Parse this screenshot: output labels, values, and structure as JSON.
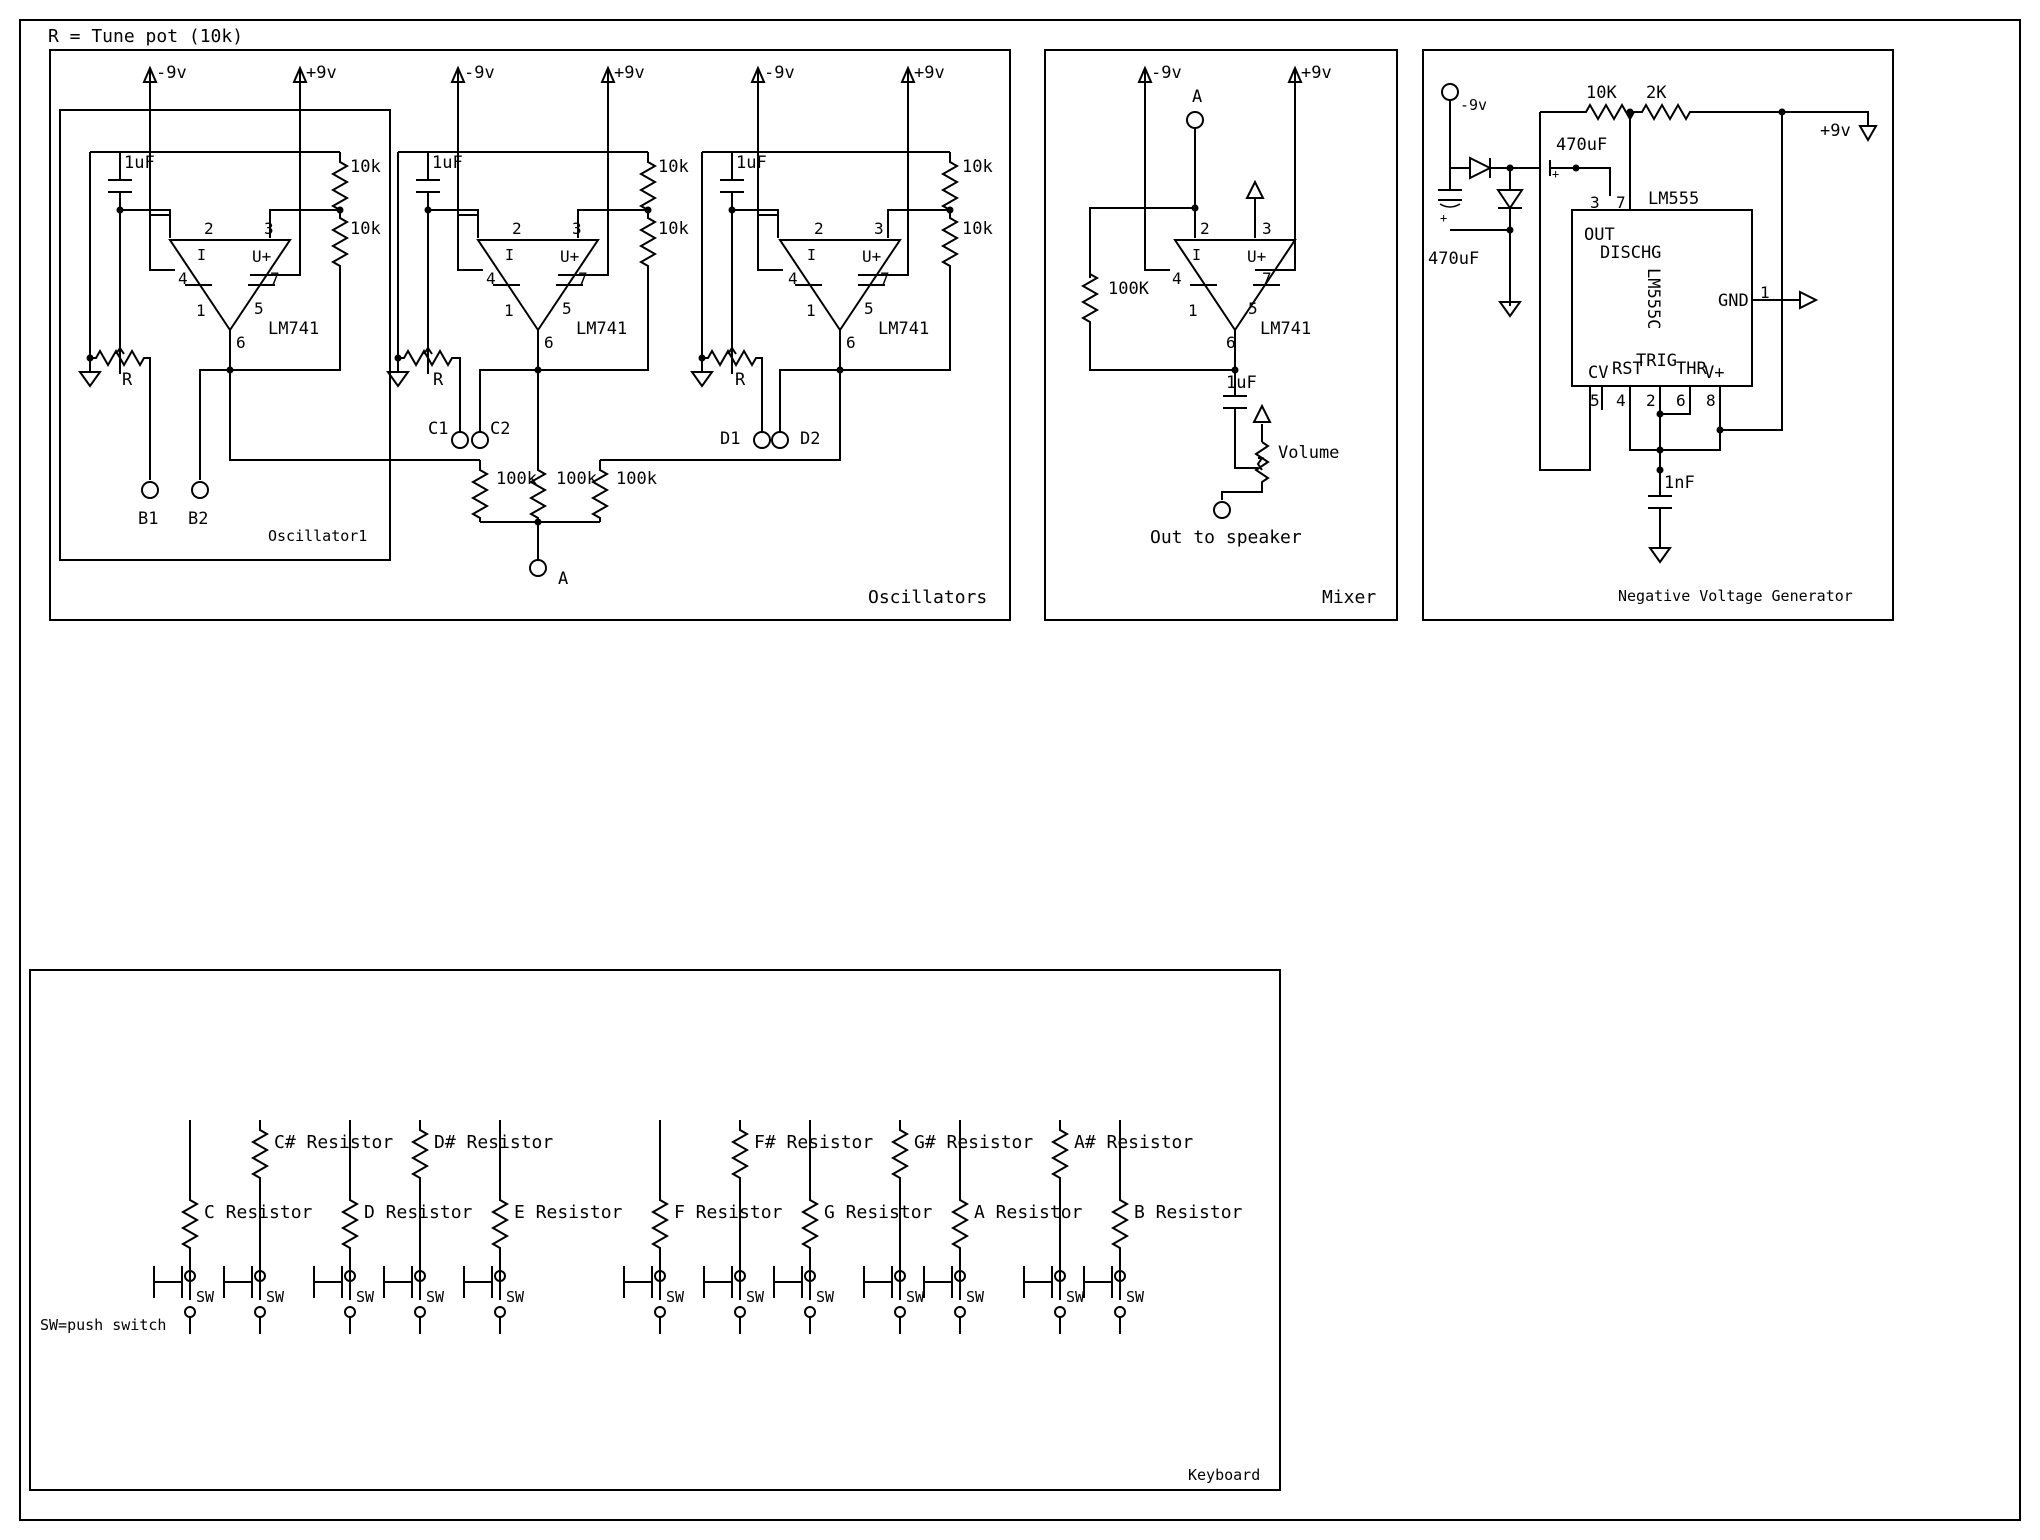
{
  "note": "R = Tune pot (10k)",
  "panels": {
    "oscillators": "Oscillators",
    "oscillator1": "Oscillator1",
    "mixer": "Mixer",
    "neg_gen": "Negative Voltage Generator",
    "keyboard": "Keyboard"
  },
  "rails": {
    "neg": "-9v",
    "pos": "+9v"
  },
  "parts": {
    "cap_1uf": "1uF",
    "res_10k": "10k",
    "res_100k": "100k",
    "res_100K": "100K",
    "opamp": "LM741",
    "tune_pot": "R",
    "volume": "Volume",
    "out_speaker": "Out to speaker",
    "cap_470uf": "470uF",
    "cap_1nf": "1nF",
    "res_10K": "10K",
    "res_2K": "2K",
    "timer": "LM555",
    "timer_body": "LM555C"
  },
  "pins": {
    "opamp": {
      "p2": "2",
      "p3": "3",
      "p4": "4",
      "p7": "7",
      "p6": "6",
      "p5": "5",
      "p1": "1",
      "inv": "I",
      "noninv": "U+"
    },
    "timer": {
      "out": "OUT",
      "dischg": "DISCHG",
      "gnd": "GND",
      "cv": "CV",
      "rst": "RST",
      "trig": "TRIG",
      "thr": "THR",
      "vplus": "V+",
      "p3": "3",
      "p7": "7",
      "p1": "1",
      "p5": "5",
      "p4": "4",
      "p2": "2",
      "p6": "6",
      "p8": "8"
    }
  },
  "nodes": {
    "b1": "B1",
    "b2": "B2",
    "c1": "C1",
    "c2": "C2",
    "d1": "D1",
    "d2": "D2",
    "a": "A",
    "polarity": "+"
  },
  "keyboard": {
    "switch_note": "SW=push switch",
    "sw": "SW",
    "whole": [
      "C Resistor",
      "D Resistor",
      "E Resistor",
      "F Resistor",
      "G Resistor",
      "A Resistor",
      "B Resistor"
    ],
    "sharp": [
      "C# Resistor",
      "D# Resistor",
      "F# Resistor",
      "G# Resistor",
      "A# Resistor"
    ]
  }
}
